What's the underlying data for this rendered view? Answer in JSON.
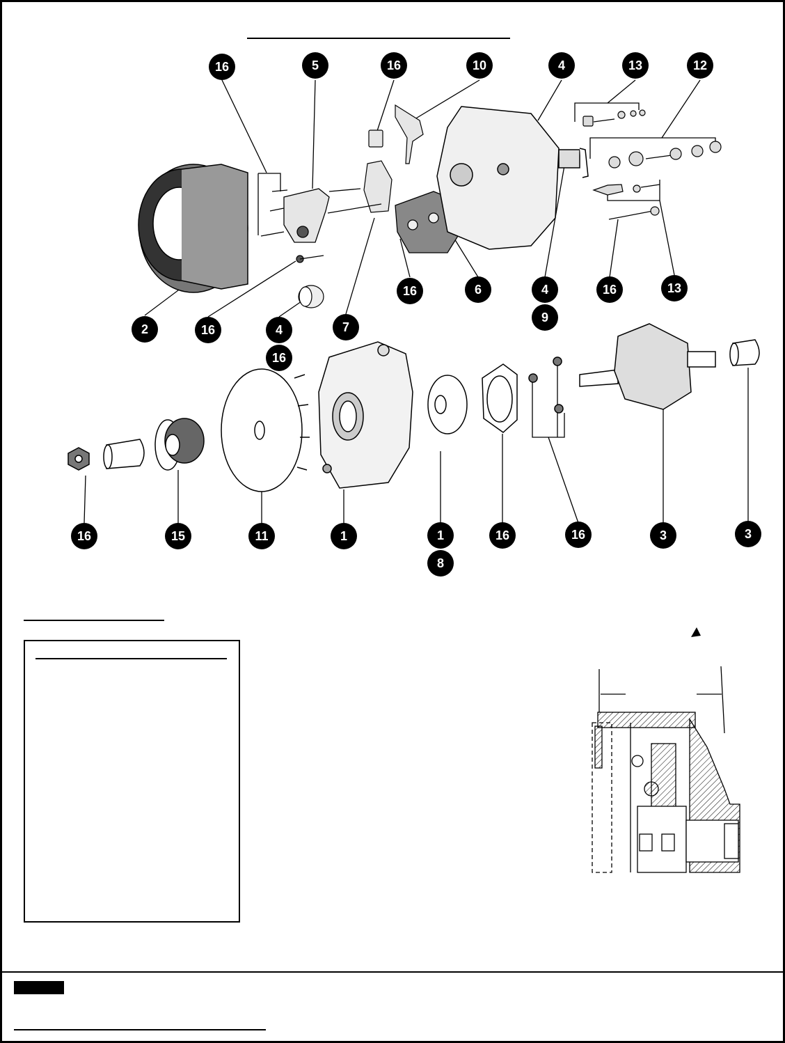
{
  "callouts": {
    "top_row": [
      "16",
      "5",
      "16",
      "10",
      "4",
      "13",
      "12"
    ],
    "middle_row": [
      "2",
      "16",
      "4",
      "16",
      "7",
      "16",
      "6",
      "4",
      "9",
      "16",
      "13"
    ],
    "bottom_row": [
      "16",
      "15",
      "11",
      "1",
      "1",
      "8",
      "16",
      "16",
      "3",
      "3"
    ]
  },
  "colors": {
    "ink": "#000000",
    "paper": "#ffffff",
    "part_fill": "#eeeeee",
    "part_dark": "#555555"
  }
}
